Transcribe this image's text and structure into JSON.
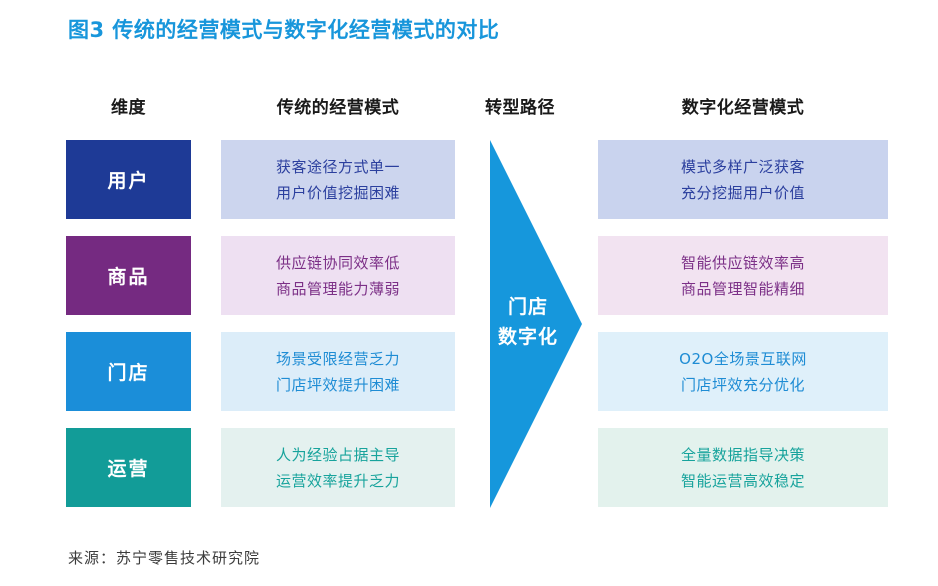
{
  "title": "图3 传统的经营模式与数字化经营模式的对比",
  "colors": {
    "title": "#1896db",
    "header_text": "#1a1a1a",
    "source_text": "#3c3c3c"
  },
  "headers": {
    "dimension": "维度",
    "traditional": "传统的经营模式",
    "path": "转型路径",
    "digital": "数字化经营模式"
  },
  "arrow": {
    "label_line1": "门店",
    "label_line2": "数字化",
    "color": "#1697dc"
  },
  "rows": [
    {
      "dimension": "用户",
      "traditional_line1": "获客途径方式单一",
      "traditional_line2": "用户价值挖掘困难",
      "digital_line1": "模式多样广泛获客",
      "digital_line2": "充分挖掘用户价值",
      "colors": {
        "box": "#1e3a96",
        "trad_bg": "#ccd5ee",
        "digi_bg": "#c9d3ee",
        "text": "#2b3f9e"
      }
    },
    {
      "dimension": "商品",
      "traditional_line1": "供应链协同效率低",
      "traditional_line2": "商品管理能力薄弱",
      "digital_line1": "智能供应链效率高",
      "digital_line2": "商品管理智能精细",
      "colors": {
        "box": "#752a81",
        "trad_bg": "#eee0f2",
        "digi_bg": "#f2e3f1",
        "text": "#7c3087"
      }
    },
    {
      "dimension": "门店",
      "traditional_line1": "场景受限经营乏力",
      "traditional_line2": "门店坪效提升困难",
      "digital_line1": "O2O全场景互联网",
      "digital_line2": "门店坪效充分优化",
      "colors": {
        "box": "#1b8ed9",
        "trad_bg": "#dcedf9",
        "digi_bg": "#dff0fa",
        "text": "#1e8cd4"
      }
    },
    {
      "dimension": "运营",
      "traditional_line1": "人为经验占据主导",
      "traditional_line2": "运营效率提升乏力",
      "digital_line1": "全量数据指导决策",
      "digital_line2": "智能运营高效稳定",
      "colors": {
        "box": "#129c98",
        "trad_bg": "#e4f1ef",
        "digi_bg": "#e3f2ed",
        "text": "#17a39c"
      }
    }
  ],
  "source": "来源：苏宁零售技术研究院"
}
